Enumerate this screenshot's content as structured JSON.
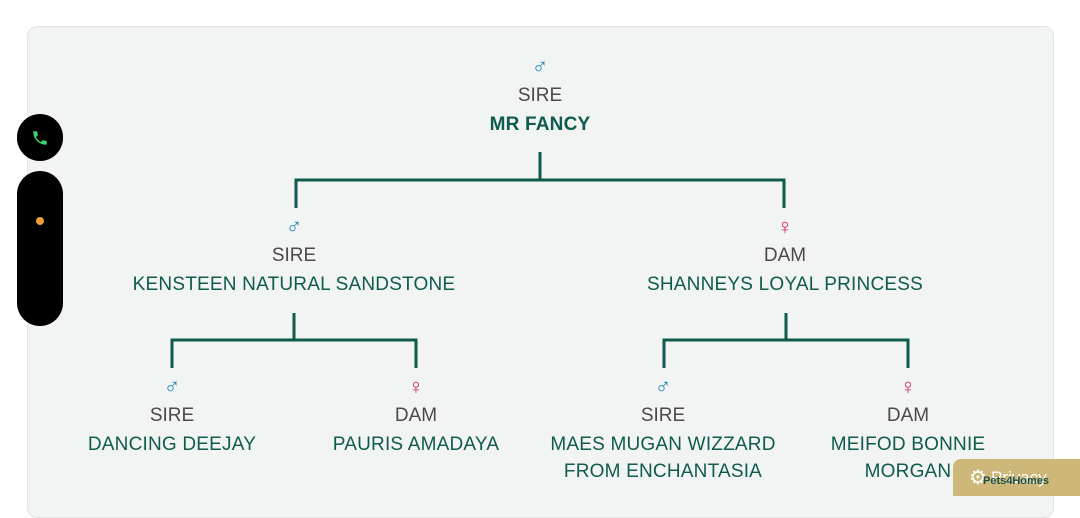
{
  "pedigree": {
    "root": {
      "icon": "male-symbol-icon",
      "glyph": "♂",
      "role": "SIRE",
      "name": "MR FANCY"
    },
    "sire": {
      "icon": "male-symbol-icon",
      "glyph": "♂",
      "role": "SIRE",
      "name": "KENSTEEN NATURAL SANDSTONE"
    },
    "dam": {
      "icon": "female-symbol-icon",
      "glyph": "♀",
      "role": "DAM",
      "name": "SHANNEYS LOYAL PRINCESS"
    },
    "sire_sire": {
      "icon": "male-symbol-icon",
      "glyph": "♂",
      "role": "SIRE",
      "name": "DANCING DEEJAY"
    },
    "sire_dam": {
      "icon": "female-symbol-icon",
      "glyph": "♀",
      "role": "DAM",
      "name": "PAURIS AMADAYA"
    },
    "dam_sire": {
      "icon": "male-symbol-icon",
      "glyph": "♂",
      "role": "SIRE",
      "name_line1": "MAES MUGAN WIZZARD",
      "name_line2": "FROM ENCHANTASIA"
    },
    "dam_dam": {
      "icon": "female-symbol-icon",
      "glyph": "♀",
      "role": "DAM",
      "name_line1": "MEIFOD BONNIE",
      "name_line2": "MORGAN"
    }
  },
  "colors": {
    "line": "#0f5b4d",
    "male": "#1f86b0",
    "female": "#d2285a",
    "text_name": "#0f5b4d"
  },
  "floating": {
    "call_icon": "phone-icon",
    "privacy_label": "Privacy",
    "privacy_brand": "Pets4Homes"
  }
}
